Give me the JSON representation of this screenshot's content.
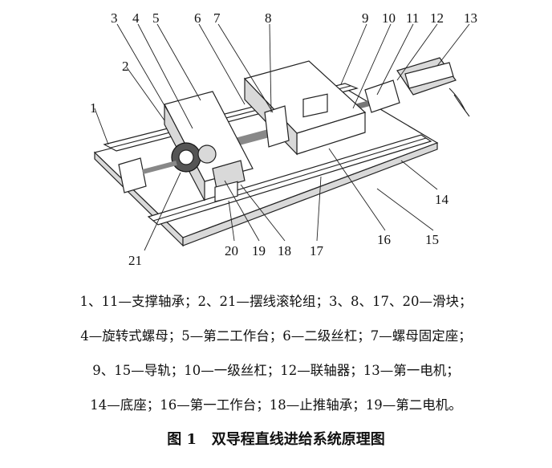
{
  "figure": {
    "part_numbers": [
      "1",
      "2",
      "3",
      "4",
      "5",
      "6",
      "7",
      "8",
      "9",
      "10",
      "11",
      "12",
      "13",
      "14",
      "15",
      "16",
      "17",
      "18",
      "19",
      "20",
      "21"
    ]
  },
  "caption_lines": [
    "1、11—支撑轴承；2、21—摆线滚轮组；3、8、17、20—滑块；",
    "4—旋转式螺母；5—第二工作台；6—二级丝杠；7—螺母固定座；",
    "9、15—导轨；10—一级丝杠；12—联轴器；13—第一电机；",
    "14—底座；16—第一工作台；18—止推轴承；19—第二电机。"
  ],
  "title": {
    "number": "图 1",
    "text": "双导程直线进给系统原理图"
  }
}
